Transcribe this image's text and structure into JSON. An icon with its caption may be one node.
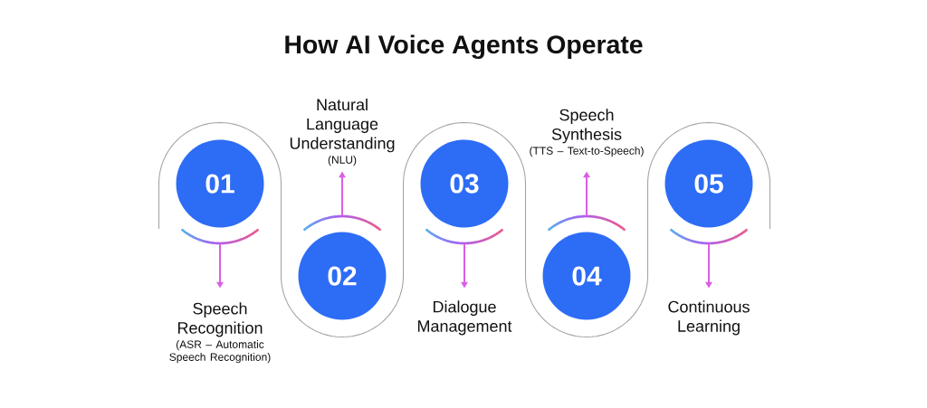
{
  "diagram": {
    "title": "How AI Voice Agents Operate",
    "nodes": [
      {
        "text": [
          "01"
        ]
      },
      {
        "text": [
          "Speech Recognition",
          "(ASR – Automatic Speech Recognition)"
        ]
      },
      {
        "text": [
          "Natural Language Understanding",
          "(NLU)"
        ]
      },
      {
        "text": [
          "02"
        ]
      },
      {
        "text": [
          "03"
        ]
      },
      {
        "text": [
          "Dialogue Management"
        ]
      },
      {
        "text": [
          "Speech Synthesis",
          "(TTS – Text-to-Speech)"
        ]
      },
      {
        "text": [
          "04"
        ]
      },
      {
        "text": [
          "05"
        ]
      },
      {
        "text": [
          "Continuous Learning"
        ]
      }
    ],
    "edges": [
      {
        "from": 0,
        "to": 1,
        "arrow": "to"
      },
      {
        "from": 3,
        "to": 2,
        "arrow": "to"
      },
      {
        "from": 4,
        "to": 5,
        "arrow": "to"
      },
      {
        "from": 7,
        "to": 6,
        "arrow": "to"
      },
      {
        "from": 8,
        "to": 9,
        "arrow": "to"
      }
    ]
  }
}
